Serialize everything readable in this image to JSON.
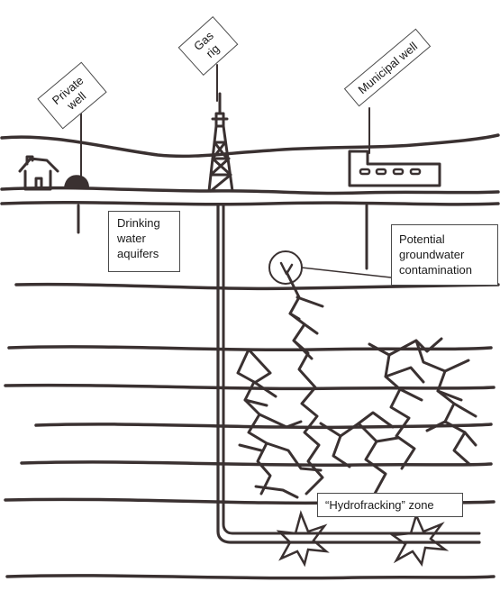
{
  "labels": {
    "private_well": [
      "Private",
      "well"
    ],
    "gas_rig": [
      "Gas",
      "rig"
    ],
    "municipal_well": "Municipal well",
    "aquifers": [
      "Drinking",
      "water",
      "aquifers"
    ],
    "contamination": [
      "Potential",
      "groundwater",
      "contamination"
    ],
    "hydrofracking": "“Hydrofracking” zone"
  },
  "colors": {
    "ink": "#3a3131",
    "border": "#4a4a4a",
    "background": "#ffffff"
  }
}
